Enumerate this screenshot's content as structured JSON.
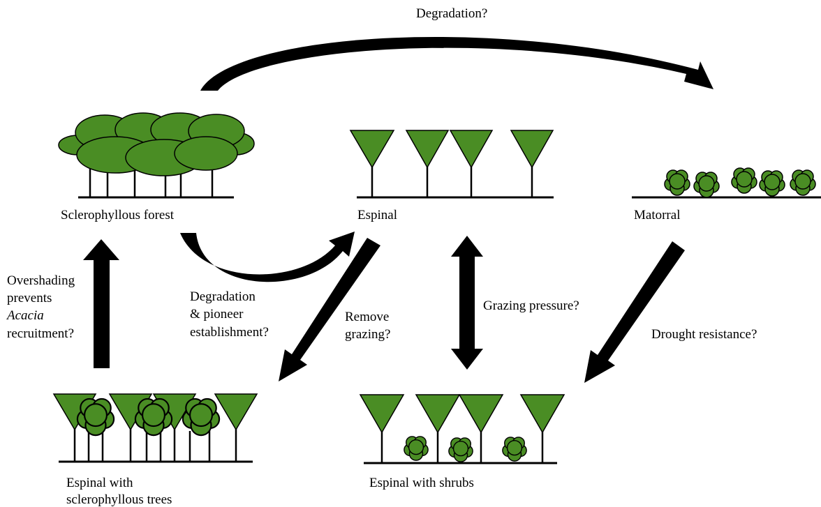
{
  "states": {
    "sclerophyllous_forest": "Sclerophyllous forest",
    "espinal": "Espinal",
    "matorral": "Matorral",
    "espinal_trees_line1": "Espinal with",
    "espinal_trees_line2": "sclerophyllous trees",
    "espinal_shrubs": "Espinal with shrubs"
  },
  "transitions": {
    "degradation": "Degradation?",
    "degradation_pioneer_line1": "Degradation",
    "degradation_pioneer_line2": "& pioneer",
    "degradation_pioneer_line3": "establishment?",
    "overshading_line1": "Overshading",
    "overshading_line2": "prevents",
    "overshading_line3": "Acacia",
    "overshading_line4": "recruitment?",
    "remove_grazing_line1": "Remove",
    "remove_grazing_line2": "grazing?",
    "grazing_pressure": "Grazing pressure?",
    "drought_resistance": "Drought resistance?"
  },
  "colors": {
    "vegetation": "#4a8d24",
    "outline": "#000000",
    "arrow": "#000000"
  }
}
